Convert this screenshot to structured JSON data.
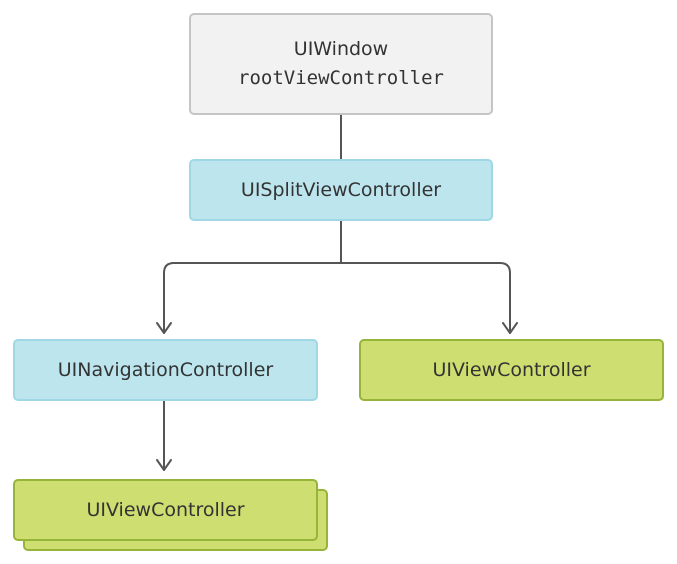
{
  "nodes": {
    "window": {
      "title": "UIWindow",
      "property": "rootViewController"
    },
    "split": {
      "title": "UISplitViewController"
    },
    "navigation": {
      "title": "UINavigationController"
    },
    "detail": {
      "title": "UIViewController"
    },
    "stacked": {
      "title": "UIViewController"
    }
  },
  "colors": {
    "window_fill": "#f2f2f2",
    "container_fill": "#bde5ee",
    "view_controller_fill": "#cfde70",
    "connector": "#555555"
  }
}
